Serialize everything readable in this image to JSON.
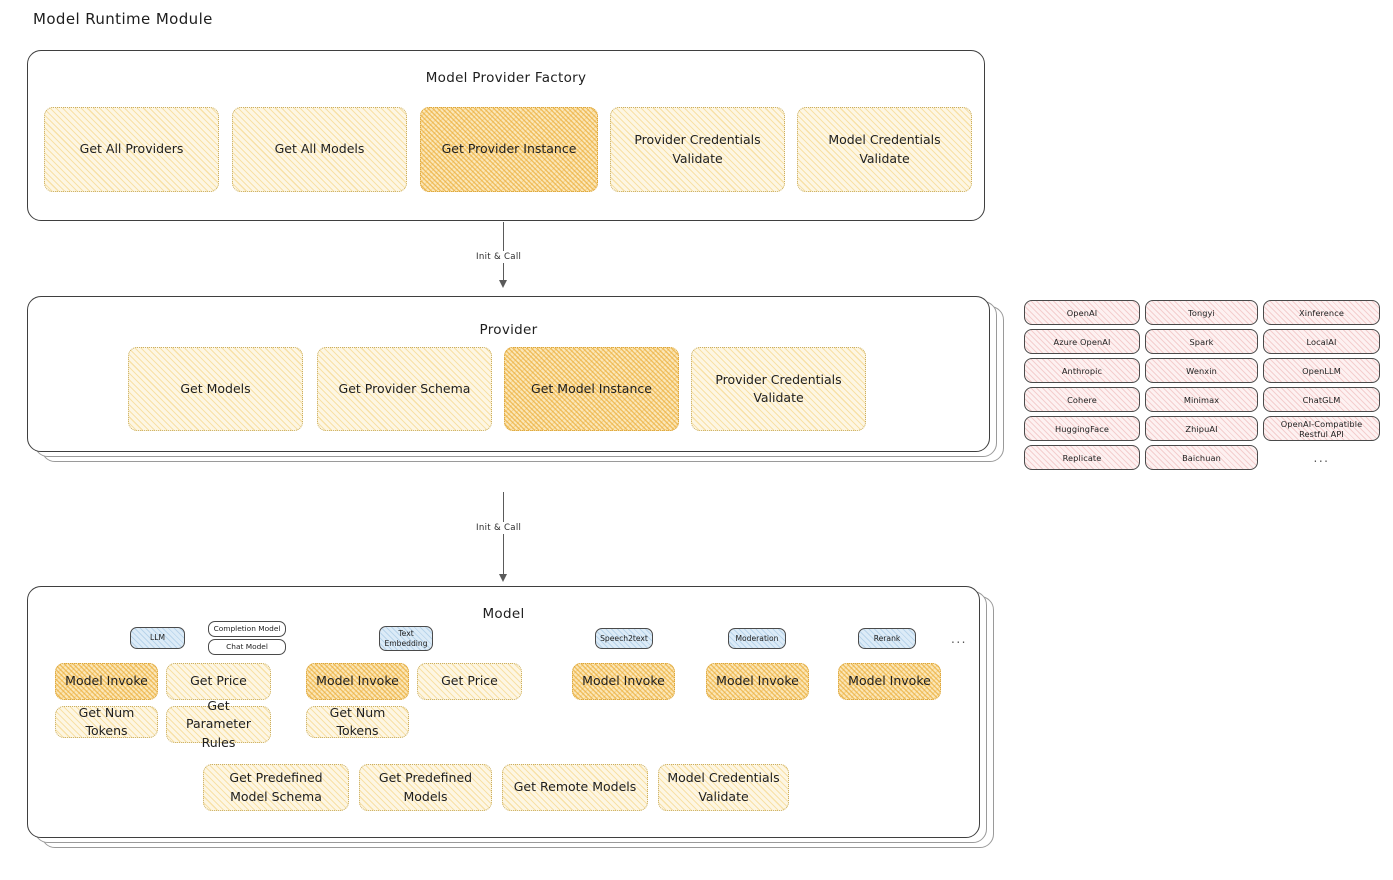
{
  "page": {
    "title": "Model Runtime Module"
  },
  "factory": {
    "title": "Model Provider Factory",
    "nodes": [
      {
        "label": "Get All Providers",
        "highlighted": false
      },
      {
        "label": "Get All Models",
        "highlighted": false
      },
      {
        "label": "Get Provider Instance",
        "highlighted": true
      },
      {
        "label": "Provider Credentials Validate",
        "highlighted": false
      },
      {
        "label": "Model Credentials Validate",
        "highlighted": false
      }
    ]
  },
  "arrows": [
    {
      "label": "Init & Call"
    },
    {
      "label": "Init & Call"
    }
  ],
  "provider": {
    "title": "Provider",
    "nodes": [
      {
        "label": "Get Models",
        "highlighted": false
      },
      {
        "label": "Get Provider Schema",
        "highlighted": false
      },
      {
        "label": "Get Model Instance",
        "highlighted": true
      },
      {
        "label": "Provider Credentials Validate",
        "highlighted": false
      }
    ]
  },
  "provider_list": {
    "columns": [
      [
        "OpenAI",
        "Azure OpenAI",
        "Anthropic",
        "Cohere",
        "HuggingFace",
        "Replicate"
      ],
      [
        "Tongyi",
        "Spark",
        "Wenxin",
        "Minimax",
        "ZhipuAI",
        "Baichuan"
      ],
      [
        "Xinference",
        "LocalAI",
        "OpenLLM",
        "ChatGLM",
        "OpenAI-Compatible Restful API"
      ]
    ],
    "more": "..."
  },
  "model": {
    "title": "Model",
    "more": "...",
    "groups": [
      {
        "badge": "LLM",
        "sub_badges": [
          "Completion Model",
          "Chat Model"
        ],
        "nodes_row1": [
          {
            "label": "Model Invoke",
            "highlighted": true
          },
          {
            "label": "Get Price",
            "highlighted": false
          }
        ],
        "nodes_row2": [
          {
            "label": "Get Num Tokens",
            "highlighted": false
          },
          {
            "label": "Get Parameter Rules",
            "highlighted": false
          }
        ]
      },
      {
        "badge": "Text Embedding",
        "sub_badges": [],
        "nodes_row1": [
          {
            "label": "Model Invoke",
            "highlighted": true
          },
          {
            "label": "Get Price",
            "highlighted": false
          }
        ],
        "nodes_row2": [
          {
            "label": "Get Num Tokens",
            "highlighted": false
          }
        ]
      },
      {
        "badge": "Speech2text",
        "sub_badges": [],
        "nodes_row1": [
          {
            "label": "Model Invoke",
            "highlighted": true
          }
        ],
        "nodes_row2": []
      },
      {
        "badge": "Moderation",
        "sub_badges": [],
        "nodes_row1": [
          {
            "label": "Model Invoke",
            "highlighted": true
          }
        ],
        "nodes_row2": []
      },
      {
        "badge": "Rerank",
        "sub_badges": [],
        "nodes_row1": [
          {
            "label": "Model Invoke",
            "highlighted": true
          }
        ],
        "nodes_row2": []
      }
    ],
    "common_nodes": [
      {
        "label": "Get Predefined Model Schema",
        "highlighted": false
      },
      {
        "label": "Get Predefined Models",
        "highlighted": false
      },
      {
        "label": "Get Remote Models",
        "highlighted": false
      },
      {
        "label": "Model Credentials Validate",
        "highlighted": false
      }
    ]
  }
}
